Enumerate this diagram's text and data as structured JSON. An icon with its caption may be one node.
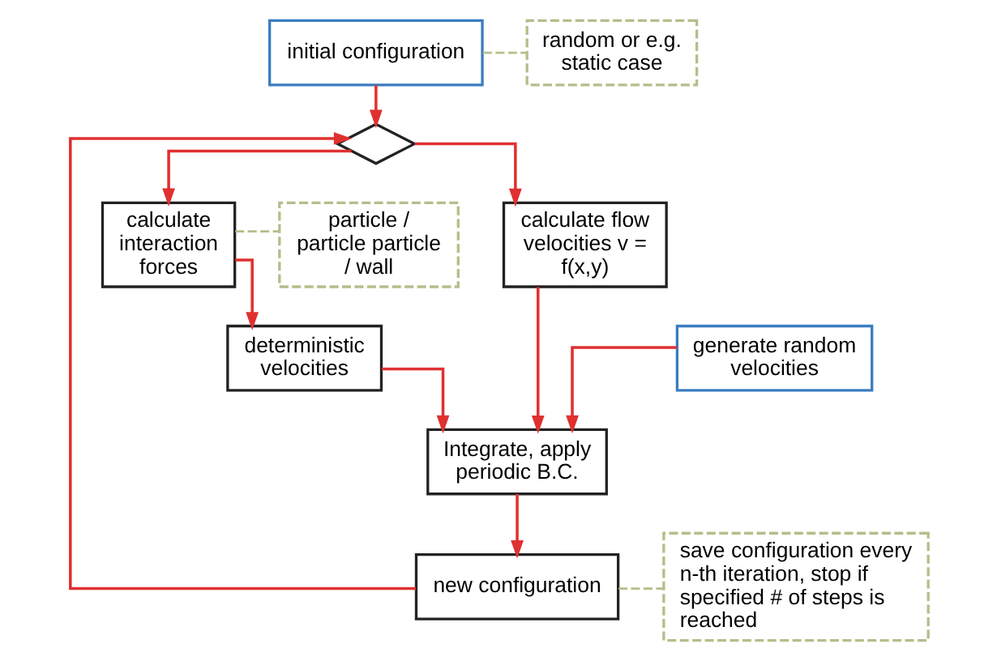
{
  "diagram": {
    "nodes": [
      {
        "text": [
          "initial configuration"
        ]
      },
      {
        "text": [
          "random or e.g. static case"
        ]
      },
      {
        "text": [],
        "shape": "diamond"
      },
      {
        "text": [
          "calculate interaction forces"
        ]
      },
      {
        "text": [
          "particle / particle particle / wall"
        ]
      },
      {
        "text": [
          "calculate flow velocities v = f(x,y)"
        ]
      },
      {
        "text": [
          "deterministic velocities"
        ]
      },
      {
        "text": [
          "generate random velocities"
        ]
      },
      {
        "text": [
          "Integrate, apply periodic B.C."
        ]
      },
      {
        "text": [
          "new configuration"
        ]
      },
      {
        "text": [
          "save configuration every n-th iteration, stop if specified # of steps is reached"
        ]
      }
    ],
    "edges": [
      {
        "from": 0,
        "to": 1,
        "arrow": "none",
        "style": "dashed",
        "color": "#b3bf8a"
      },
      {
        "from": 0,
        "to": 2,
        "arrow": "to"
      },
      {
        "from": 2,
        "to": 3,
        "arrow": "to"
      },
      {
        "from": 2,
        "to": 5,
        "arrow": "to"
      },
      {
        "from": 3,
        "to": 4,
        "arrow": "none",
        "style": "dashed",
        "color": "#b3bf8a"
      },
      {
        "from": 3,
        "to": 6,
        "arrow": "to"
      },
      {
        "from": 5,
        "to": 8,
        "arrow": "to"
      },
      {
        "from": 6,
        "to": 8,
        "arrow": "to"
      },
      {
        "from": 7,
        "to": 8,
        "arrow": "to"
      },
      {
        "from": 8,
        "to": 9,
        "arrow": "to"
      },
      {
        "from": 9,
        "to": 2,
        "arrow": "to"
      },
      {
        "from": 9,
        "to": 10,
        "arrow": "none",
        "style": "dashed",
        "color": "#b3bf8a"
      }
    ]
  }
}
